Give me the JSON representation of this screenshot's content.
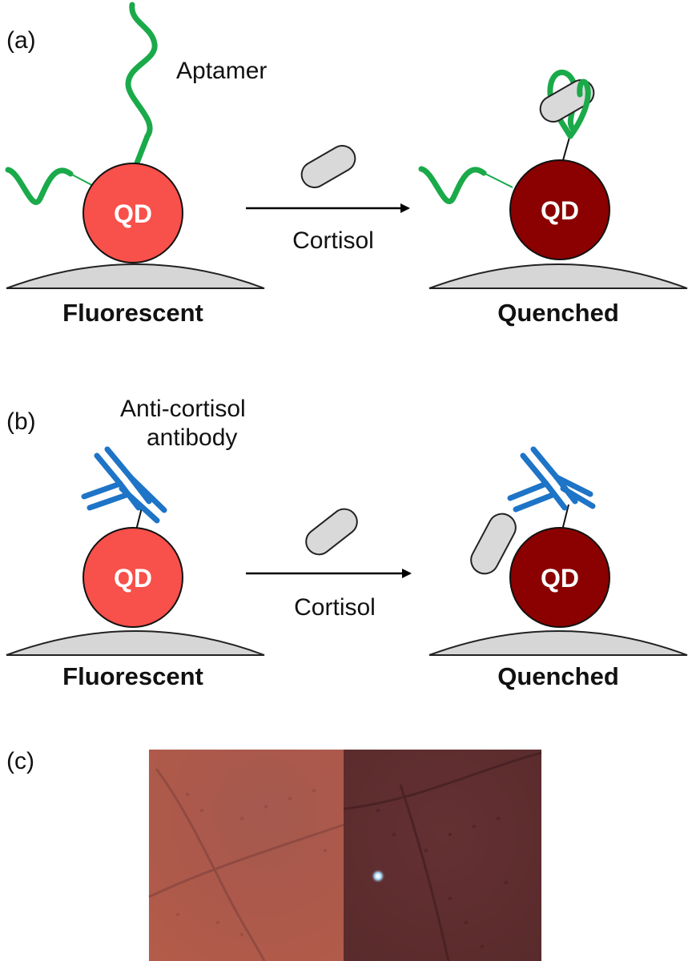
{
  "panels": {
    "a": {
      "label": "(a)",
      "callout": "Aptamer",
      "left_state": "Fluorescent",
      "right_state": "Quenched",
      "arrow_label": "Cortisol",
      "qd_label": "QD"
    },
    "b": {
      "label": "(b)",
      "callout_line1": "Anti-cortisol",
      "callout_line2": "antibody",
      "left_state": "Fluorescent",
      "right_state": "Quenched",
      "arrow_label": "Cortisol",
      "qd_label": "QD"
    },
    "c": {
      "label": "(c)"
    }
  },
  "colors": {
    "qd_fluorescent": "#f8504a",
    "qd_quenched": "#8b0000",
    "aptamer": "#1aaa4a",
    "antibody": "#1e74c6",
    "cortisol": "#d9d9d9",
    "surface": "#d6d6d6",
    "photo_left": "#a8544a",
    "photo_right": "#5e2b2c"
  }
}
